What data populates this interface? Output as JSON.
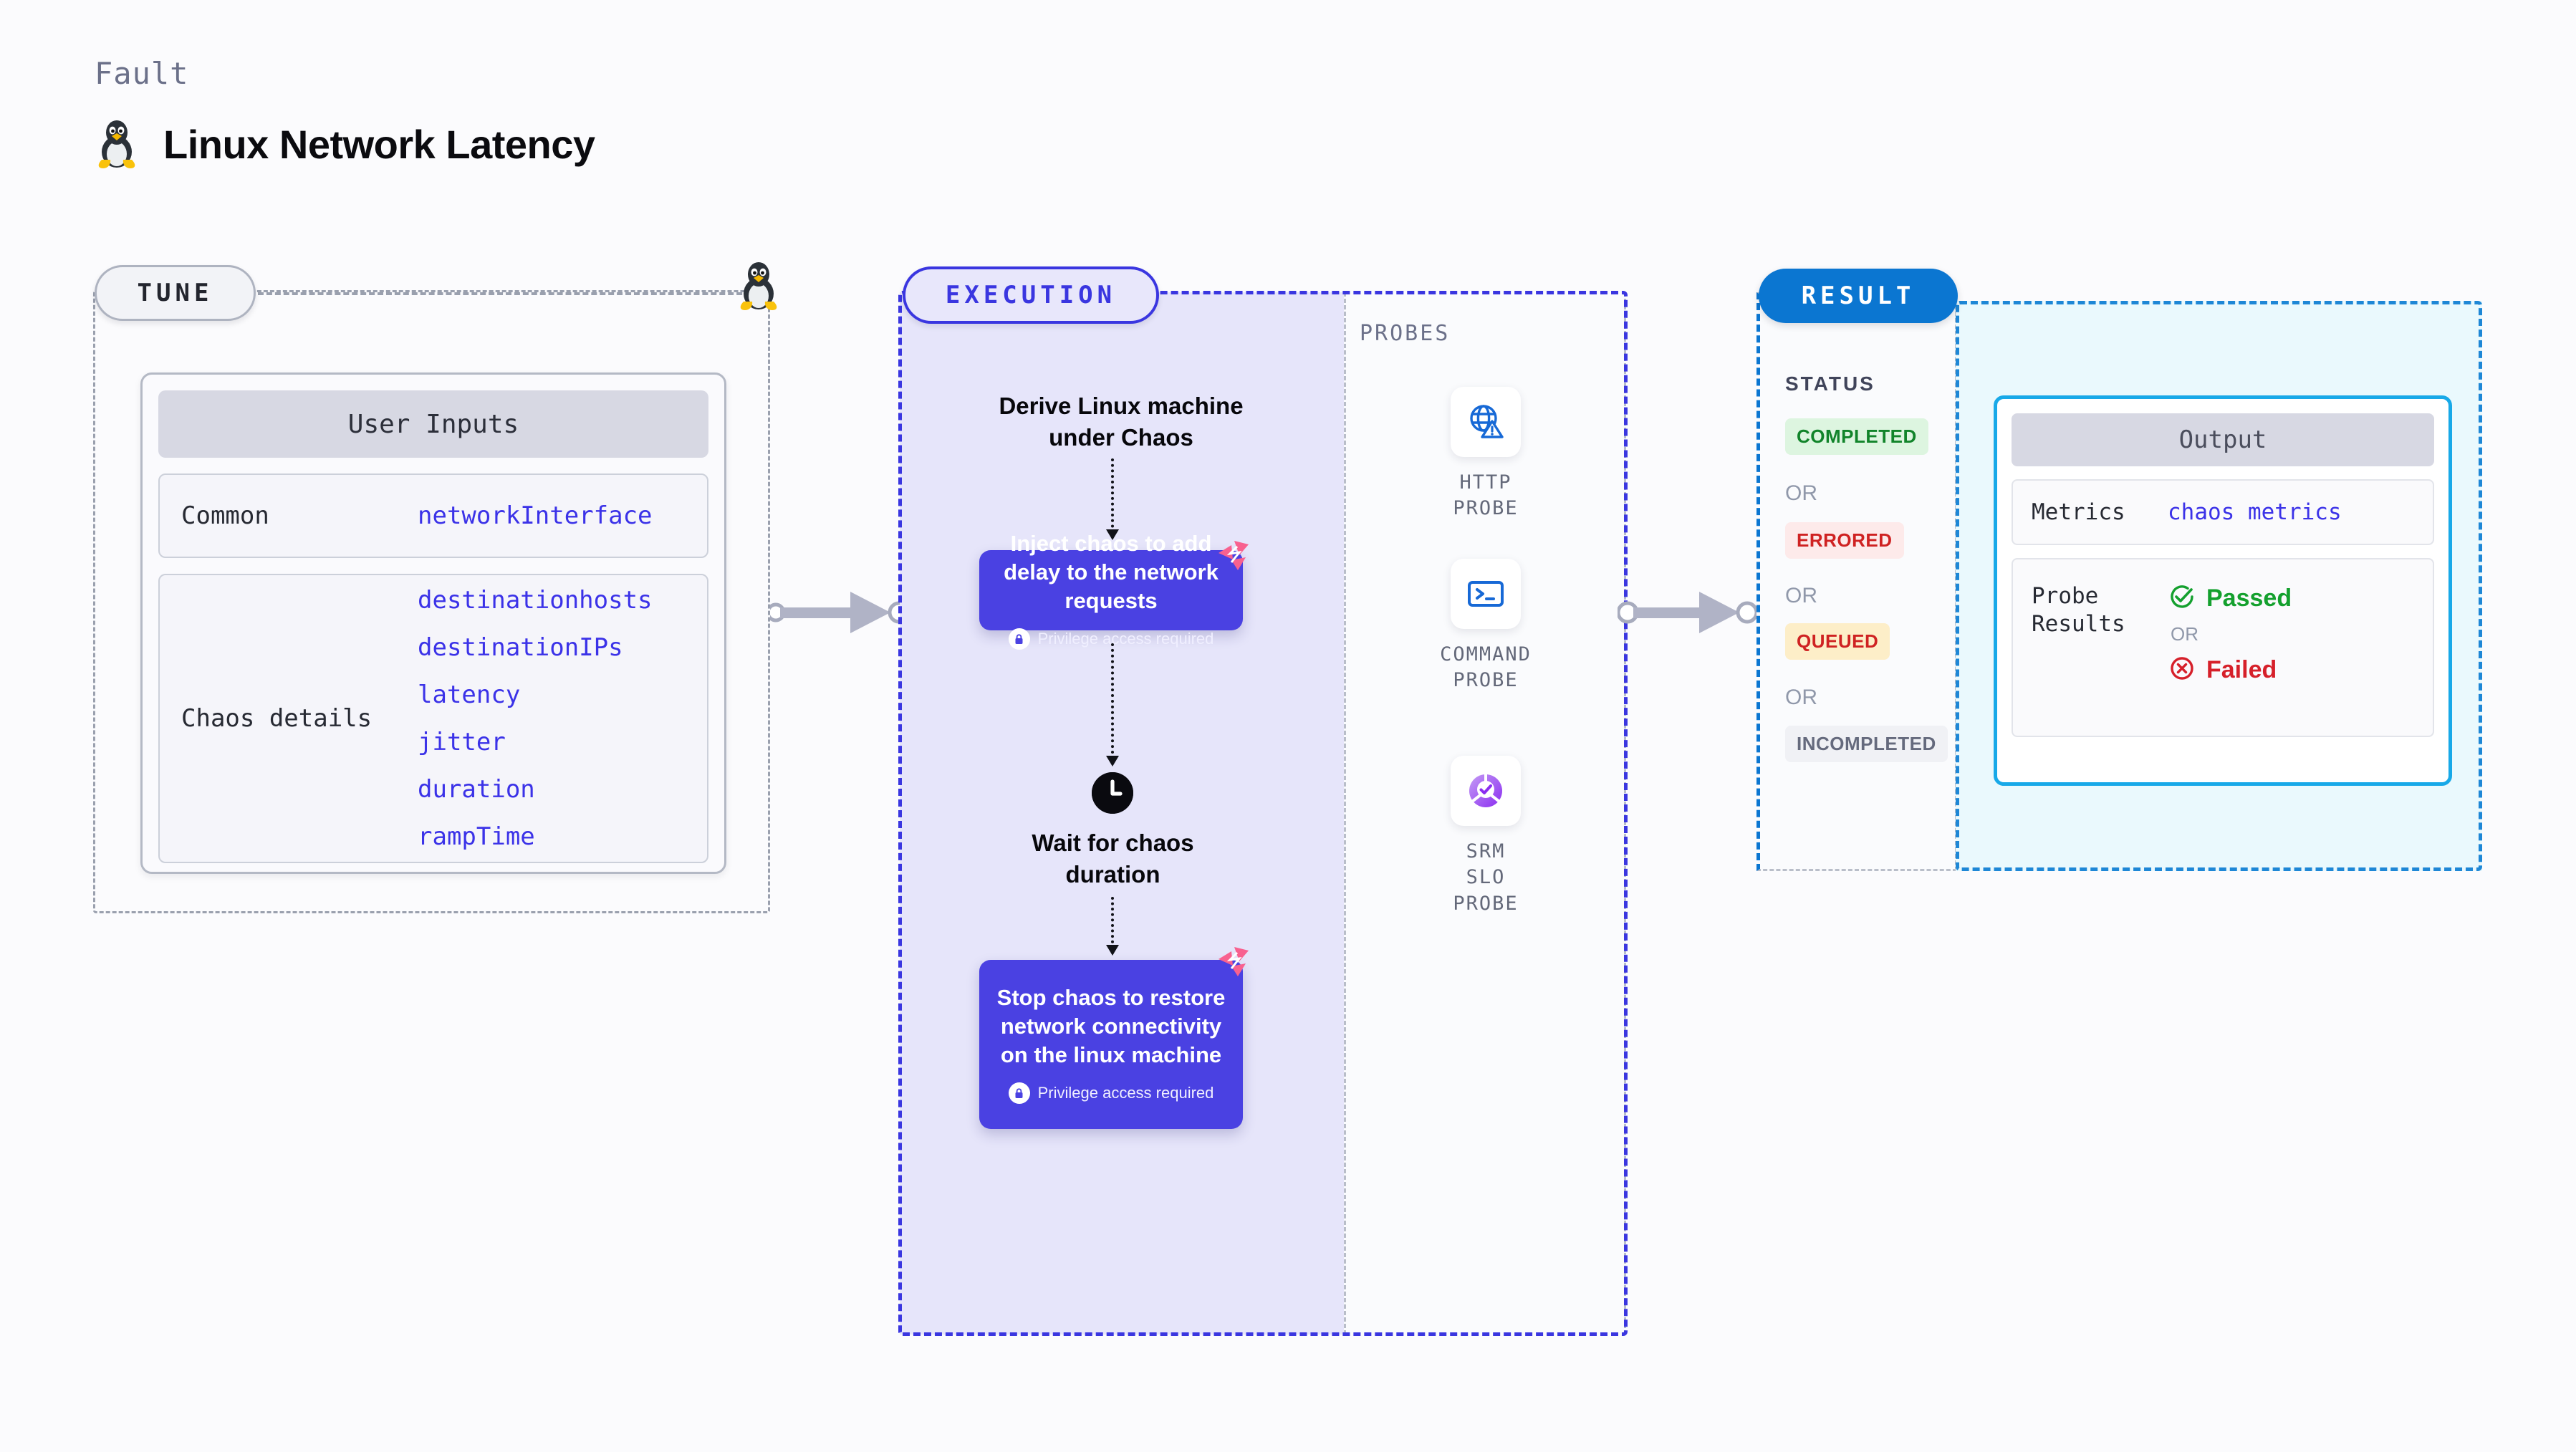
{
  "header": {
    "kicker": "Fault",
    "title": "Linux Network Latency",
    "icon": "linux-penguin-icon"
  },
  "tune": {
    "pill_label": "TUNE",
    "card_title": "User Inputs",
    "rows": [
      {
        "key": "Common",
        "values": [
          "networkInterface"
        ]
      },
      {
        "key": "Chaos details",
        "values": [
          "destinationhosts",
          "destinationIPs",
          "latency",
          "jitter",
          "duration",
          "rampTime"
        ]
      }
    ]
  },
  "execution": {
    "pill_label": "EXECUTION",
    "steps": [
      {
        "type": "title",
        "text": "Derive Linux machine under Chaos"
      },
      {
        "type": "block",
        "text": "Inject chaos to add delay to the network requests",
        "note": "Privilege access required"
      },
      {
        "type": "title",
        "text": "Wait for chaos duration",
        "icon": "clock-icon"
      },
      {
        "type": "block",
        "text": "Stop chaos to restore network connectivity on the linux machine",
        "note": "Privilege access required"
      }
    ]
  },
  "probes": {
    "section_label": "PROBES",
    "items": [
      {
        "label": "HTTP PROBE",
        "icon": "globe-warning-icon"
      },
      {
        "label": "COMMAND PROBE",
        "icon": "terminal-icon"
      },
      {
        "label": "SRM SLO PROBE",
        "icon": "slo-donut-check-icon"
      }
    ]
  },
  "result": {
    "pill_label": "RESULT",
    "status_label": "STATUS",
    "or_label": "OR",
    "statuses": [
      {
        "label": "COMPLETED",
        "bg": "#ddf5e0",
        "fg": "#11842a"
      },
      {
        "label": "ERRORED",
        "bg": "#fdeaea",
        "fg": "#cf2222"
      },
      {
        "label": "QUEUED",
        "bg": "#fdeec8",
        "fg": "#cf2222"
      },
      {
        "label": "INCOMPLETED",
        "bg": "#f0f1f5",
        "fg": "#656a7d"
      }
    ],
    "output": {
      "title": "Output",
      "metrics_key": "Metrics",
      "metrics_value": "chaos metrics",
      "probe_key": "Probe Results",
      "passed_label": "Passed",
      "failed_label": "Failed",
      "or_label": "OR"
    }
  },
  "colors": {
    "purple": "#4a41e2",
    "purple_fill": "#e6e5fa",
    "blue": "#0b76d1",
    "cyan": "#18a9e8",
    "cyan_fill": "#eaf9fd",
    "pink": "#f8618f",
    "gray_dash": "#9aa0ae"
  }
}
